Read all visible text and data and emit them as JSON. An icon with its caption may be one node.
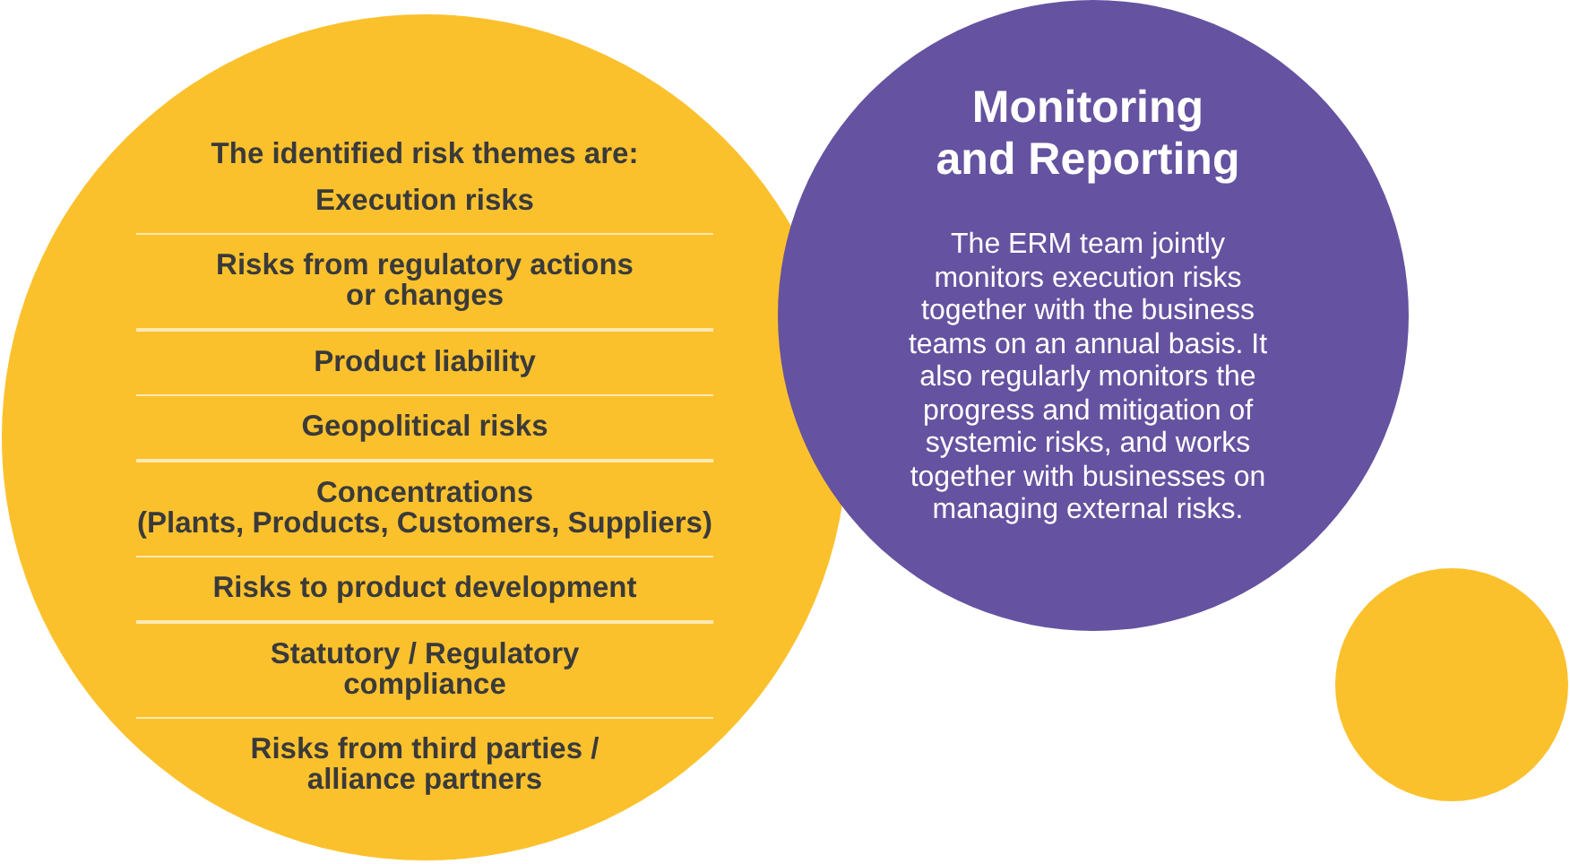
{
  "diagram": {
    "nodes": [
      {
        "text": [
          "The identified risk themes are:",
          "Execution risks",
          "Risks from regulatory actions or changes",
          "Product liability",
          "Geopolitical risks",
          "Concentrations (Plants, Products, Customers, Suppliers)",
          "Risks to product development",
          "Statutory / Regulatory compliance",
          "Risks from third parties / alliance partners"
        ]
      },
      {
        "text": [
          "Monitoring and Reporting",
          "The ERM team jointly monitors execution risks together with the business teams on an annual basis. It also regularly monitors the progress and mitigation of systemic risks, and works together with businesses on managing external risks."
        ]
      },
      {
        "text": [],
        "shape": "circle"
      }
    ]
  }
}
